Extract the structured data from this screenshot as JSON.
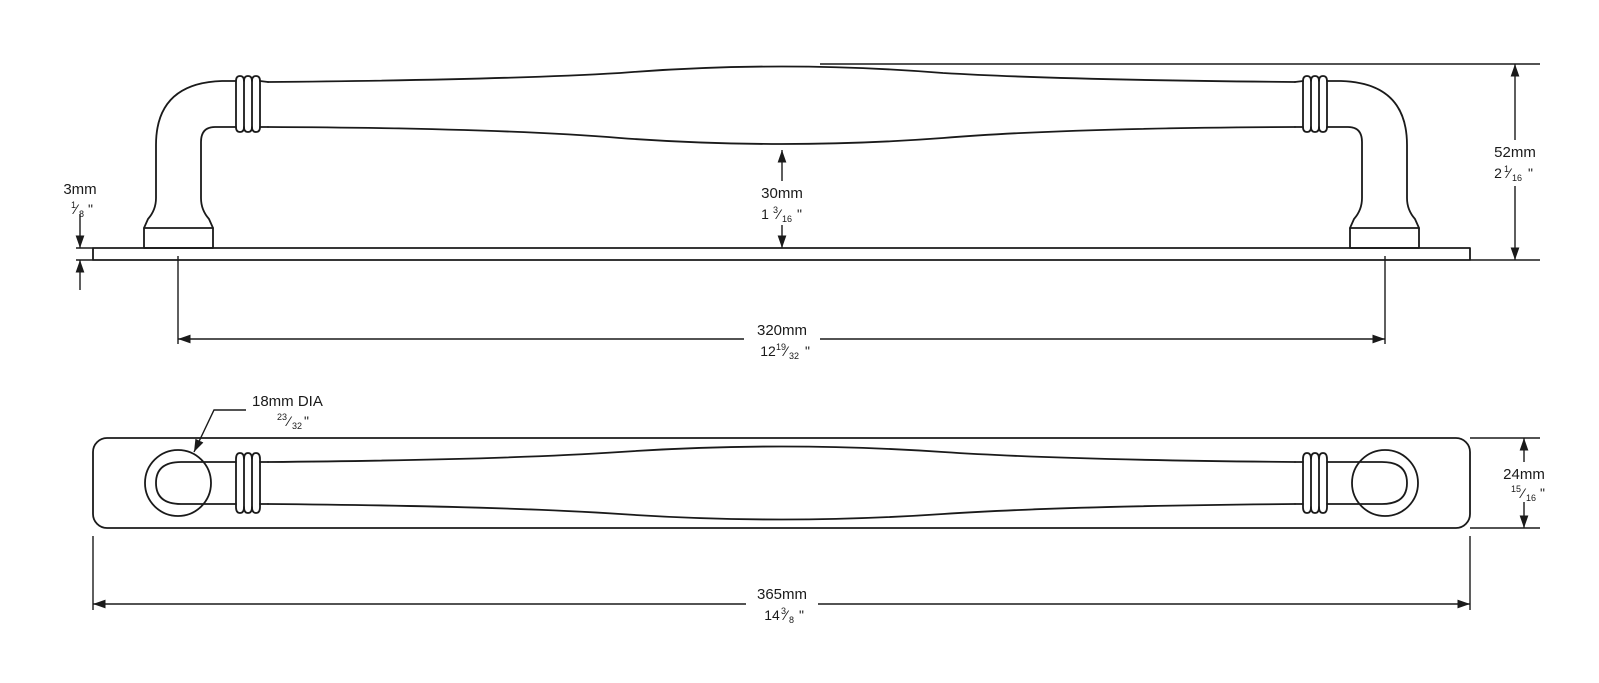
{
  "dimensions": {
    "base_thickness": {
      "metric": "3mm",
      "fraction_whole": "",
      "fraction_num": "1",
      "fraction_den": "8",
      "inch_mark": "\""
    },
    "clearance": {
      "metric": "30mm",
      "fraction_whole": "1",
      "fraction_num": "3",
      "fraction_den": "16",
      "inch_mark": "\""
    },
    "projection": {
      "metric": "52mm",
      "fraction_whole": "2",
      "fraction_num": "1",
      "fraction_den": "16",
      "inch_mark": "\""
    },
    "centers": {
      "metric": "320mm",
      "fraction_whole": "12",
      "fraction_num": "19",
      "fraction_den": "32",
      "inch_mark": "\""
    },
    "post_diameter": {
      "metric": "18mm DIA",
      "fraction_whole": "",
      "fraction_num": "23",
      "fraction_den": "32",
      "inch_mark": "\""
    },
    "plate_width": {
      "metric": "24mm",
      "fraction_whole": "",
      "fraction_num": "15",
      "fraction_den": "16",
      "inch_mark": "\""
    },
    "overall_length": {
      "metric": "365mm",
      "fraction_whole": "14",
      "fraction_num": "3",
      "fraction_den": "8",
      "inch_mark": "\""
    }
  }
}
